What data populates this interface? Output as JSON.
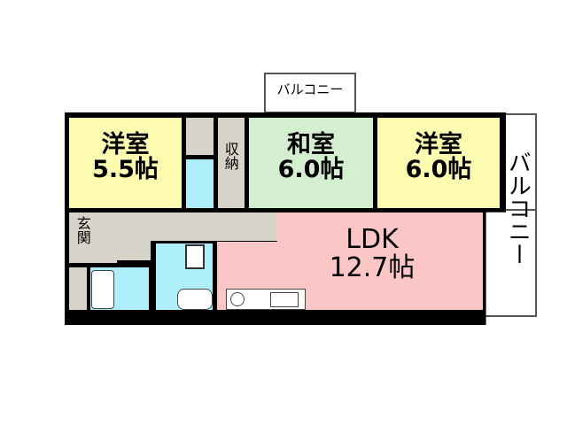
{
  "rooms": {
    "western_left": {
      "name": "洋室",
      "size": "5.5帖"
    },
    "japanese": {
      "name": "和室",
      "size": "6.0帖"
    },
    "western_right": {
      "name": "洋室",
      "size": "6.0帖"
    },
    "ldk": {
      "name": "LDK",
      "size": "12.7帖"
    },
    "storage": "収納",
    "entrance": "玄関"
  },
  "balcony_top": "バルコニー",
  "balcony_right": "バルコニー",
  "colors": {
    "western": "#fdfbb0",
    "japanese": "#d3efcf",
    "ldk": "#fcc6c6",
    "wet": "#aeeefa",
    "hall": "#d6d3c9"
  }
}
